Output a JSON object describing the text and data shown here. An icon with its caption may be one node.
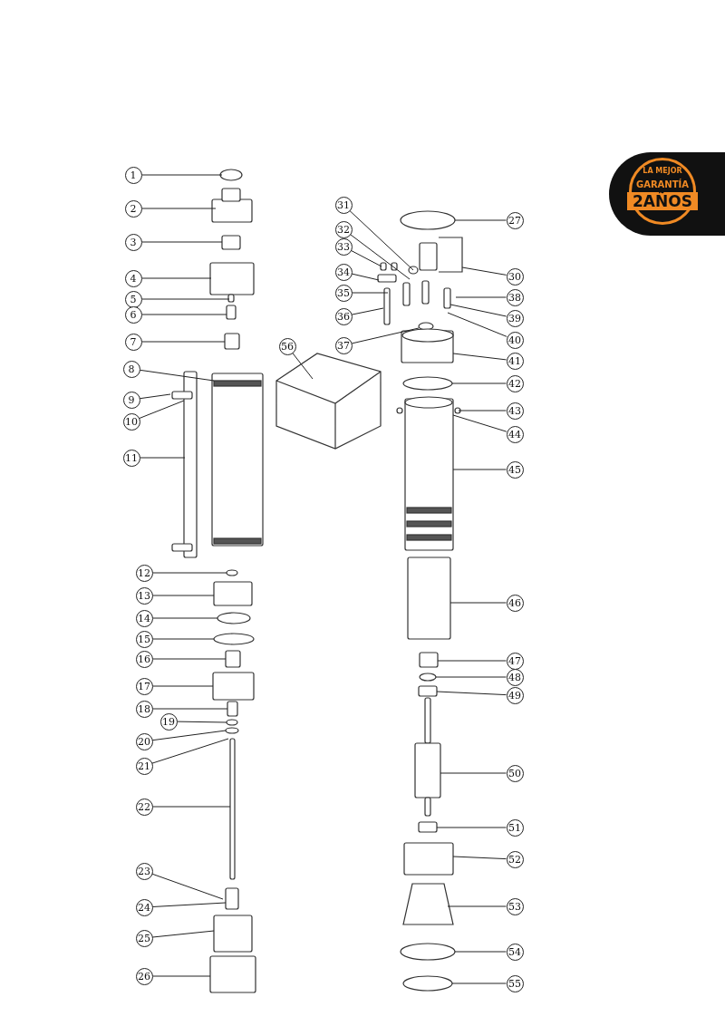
{
  "diagram": {
    "nodes": [
      {
        "text": [
          "1"
        ]
      },
      {
        "text": [
          "2"
        ]
      },
      {
        "text": [
          "3"
        ]
      },
      {
        "text": [
          "4"
        ]
      },
      {
        "text": [
          "5"
        ]
      },
      {
        "text": [
          "6"
        ]
      },
      {
        "text": [
          "7"
        ]
      },
      {
        "text": [
          "8"
        ]
      },
      {
        "text": [
          "9"
        ]
      },
      {
        "text": [
          "10"
        ]
      },
      {
        "text": [
          "11"
        ]
      },
      {
        "text": [
          "12"
        ]
      },
      {
        "text": [
          "13"
        ]
      },
      {
        "text": [
          "14"
        ]
      },
      {
        "text": [
          "15"
        ]
      },
      {
        "text": [
          "16"
        ]
      },
      {
        "text": [
          "17"
        ]
      },
      {
        "text": [
          "18"
        ]
      },
      {
        "text": [
          "19"
        ]
      },
      {
        "text": [
          "20"
        ]
      },
      {
        "text": [
          "21"
        ]
      },
      {
        "text": [
          "22"
        ]
      },
      {
        "text": [
          "23"
        ]
      },
      {
        "text": [
          "24"
        ]
      },
      {
        "text": [
          "25"
        ]
      },
      {
        "text": [
          "26"
        ]
      },
      {
        "text": [
          "27"
        ]
      },
      {
        "text": [
          "30"
        ]
      },
      {
        "text": [
          "31"
        ]
      },
      {
        "text": [
          "32"
        ]
      },
      {
        "text": [
          "33"
        ]
      },
      {
        "text": [
          "34"
        ]
      },
      {
        "text": [
          "35"
        ]
      },
      {
        "text": [
          "36"
        ]
      },
      {
        "text": [
          "37"
        ]
      },
      {
        "text": [
          "38"
        ]
      },
      {
        "text": [
          "39"
        ]
      },
      {
        "text": [
          "40"
        ]
      },
      {
        "text": [
          "41"
        ]
      },
      {
        "text": [
          "42"
        ]
      },
      {
        "text": [
          "43"
        ]
      },
      {
        "text": [
          "44"
        ]
      },
      {
        "text": [
          "45"
        ]
      },
      {
        "text": [
          "46"
        ]
      },
      {
        "text": [
          "47"
        ]
      },
      {
        "text": [
          "48"
        ]
      },
      {
        "text": [
          "49"
        ]
      },
      {
        "text": [
          "50"
        ]
      },
      {
        "text": [
          "51"
        ]
      },
      {
        "text": [
          "52"
        ]
      },
      {
        "text": [
          "53"
        ]
      },
      {
        "text": [
          "54"
        ]
      },
      {
        "text": [
          "55"
        ]
      },
      {
        "text": [
          "56"
        ]
      }
    ],
    "edges": [
      {
        "from": 0,
        "to": null,
        "arrow": "none"
      },
      {
        "from": 1,
        "to": null,
        "arrow": "none"
      },
      {
        "from": 2,
        "to": null,
        "arrow": "none"
      },
      {
        "from": 3,
        "to": null,
        "arrow": "none"
      },
      {
        "from": 4,
        "to": null,
        "arrow": "none"
      },
      {
        "from": 5,
        "to": null,
        "arrow": "none"
      },
      {
        "from": 6,
        "to": null,
        "arrow": "none"
      },
      {
        "from": 7,
        "to": null,
        "arrow": "none"
      },
      {
        "from": 8,
        "to": null,
        "arrow": "none"
      },
      {
        "from": 9,
        "to": null,
        "arrow": "none"
      },
      {
        "from": 10,
        "to": null,
        "arrow": "none"
      },
      {
        "from": 11,
        "to": null,
        "arrow": "none"
      },
      {
        "from": 12,
        "to": null,
        "arrow": "none"
      },
      {
        "from": 13,
        "to": null,
        "arrow": "none"
      },
      {
        "from": 14,
        "to": null,
        "arrow": "none"
      },
      {
        "from": 15,
        "to": null,
        "arrow": "none"
      },
      {
        "from": 16,
        "to": null,
        "arrow": "none"
      },
      {
        "from": 17,
        "to": null,
        "arrow": "none"
      },
      {
        "from": 18,
        "to": null,
        "arrow": "none"
      },
      {
        "from": 19,
        "to": null,
        "arrow": "none"
      },
      {
        "from": 20,
        "to": null,
        "arrow": "none"
      },
      {
        "from": 21,
        "to": null,
        "arrow": "none"
      },
      {
        "from": 22,
        "to": null,
        "arrow": "none"
      },
      {
        "from": 23,
        "to": null,
        "arrow": "none"
      },
      {
        "from": 24,
        "to": null,
        "arrow": "none"
      },
      {
        "from": 25,
        "to": null,
        "arrow": "none"
      },
      {
        "from": 26,
        "to": null,
        "arrow": "none"
      },
      {
        "from": 27,
        "to": null,
        "arrow": "none"
      },
      {
        "from": 28,
        "to": null,
        "arrow": "none"
      },
      {
        "from": 29,
        "to": null,
        "arrow": "none"
      },
      {
        "from": 30,
        "to": null,
        "arrow": "none"
      },
      {
        "from": 31,
        "to": null,
        "arrow": "none"
      },
      {
        "from": 32,
        "to": null,
        "arrow": "none"
      },
      {
        "from": 33,
        "to": null,
        "arrow": "none"
      },
      {
        "from": 34,
        "to": null,
        "arrow": "none"
      },
      {
        "from": 35,
        "to": null,
        "arrow": "none"
      },
      {
        "from": 36,
        "to": null,
        "arrow": "none"
      },
      {
        "from": 37,
        "to": null,
        "arrow": "none"
      },
      {
        "from": 38,
        "to": null,
        "arrow": "none"
      },
      {
        "from": 39,
        "to": null,
        "arrow": "none"
      },
      {
        "from": 40,
        "to": null,
        "arrow": "none"
      },
      {
        "from": 41,
        "to": null,
        "arrow": "none"
      },
      {
        "from": 42,
        "to": null,
        "arrow": "none"
      },
      {
        "from": 43,
        "to": null,
        "arrow": "none"
      },
      {
        "from": 44,
        "to": null,
        "arrow": "none"
      },
      {
        "from": 45,
        "to": null,
        "arrow": "none"
      },
      {
        "from": 46,
        "to": null,
        "arrow": "none"
      },
      {
        "from": 47,
        "to": null,
        "arrow": "none"
      },
      {
        "from": 48,
        "to": null,
        "arrow": "none"
      },
      {
        "from": 49,
        "to": null,
        "arrow": "none"
      },
      {
        "from": 50,
        "to": null,
        "arrow": "none"
      },
      {
        "from": 51,
        "to": null,
        "arrow": "none"
      },
      {
        "from": 52,
        "to": null,
        "arrow": "none"
      },
      {
        "from": 53,
        "to": null,
        "arrow": "none"
      }
    ],
    "labels": [
      "LA MEJOR",
      "GARANTÍA",
      "2AÑOS"
    ]
  }
}
